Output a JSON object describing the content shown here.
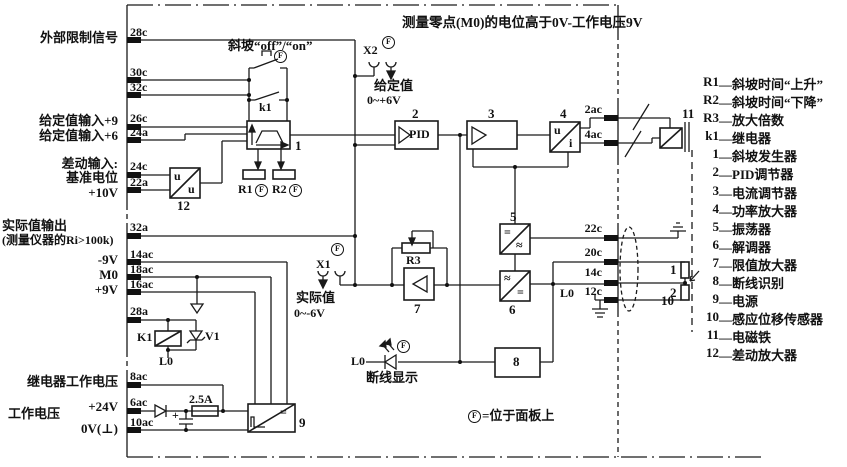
{
  "title": "测量零点(M0)的电位高于0V-工作电压9V",
  "panel_note": "=位于面板上",
  "symbols": {
    "f": "F"
  },
  "left_labels": {
    "ext_limit": "外部限制信号",
    "sp9": "给定值输入+9",
    "sp6": "给定值输入+6",
    "diff1": "差动输入:",
    "diff2": "基准电位",
    "v10": "+10V",
    "act_out1": "实际值输出",
    "act_out2": "(测量仪器的Ri>100k)",
    "vm9": "-9V",
    "m0": "M0",
    "vp9": "+9V",
    "relay_v": "继电器工作电压",
    "work_v": "工作电压",
    "v24": "+24V",
    "v0": "0V(⊥)"
  },
  "pins": {
    "p28c": "28c",
    "p30c": "30c",
    "p32c": "32c",
    "p26c": "26c",
    "p24a": "24a",
    "p24c": "24c",
    "p22a": "22a",
    "p32a": "32a",
    "p14ac": "14ac",
    "p18ac": "18ac",
    "p16ac": "16ac",
    "p28a": "28a",
    "p8ac": "8ac",
    "p6ac": "6ac",
    "p10ac": "10ac",
    "p2ac": "2ac",
    "p4ac": "4ac",
    "p22c": "22c",
    "p20c": "20c",
    "p14c": "14c",
    "p12c": "12c"
  },
  "mid_labels": {
    "ramp_switch": "斜坡“off”/“on”",
    "k1": "k1",
    "r1": "R1",
    "r2": "R2",
    "r3": "R3",
    "x2": "X2",
    "setpoint": "给定值",
    "sp_range": "0~+6V",
    "x1": "X1",
    "actual": "实际值",
    "act_range": "0~-6V",
    "l0_led": "L0",
    "break_disp": "断线显示",
    "relay_coil": "K1",
    "v1": "V1",
    "l0_relay": "L0",
    "fuse": "2.5A",
    "l0_12c": "L0"
  },
  "blocks": {
    "n1": "1",
    "n2": "2",
    "n3": "3",
    "n4": "4",
    "n5": "5",
    "n6": "6",
    "n7": "7",
    "n8": "8",
    "n9": "9",
    "n10": "10",
    "n11": "11",
    "n12": "12",
    "pid": "PID",
    "u": "u",
    "i": "i",
    "eq": "=",
    "ac": "≈",
    "coil1": "1",
    "coil2": "2"
  },
  "legend": {
    "items": [
      {
        "n": "R1",
        "t": "—斜坡时间“上升”"
      },
      {
        "n": "R2",
        "t": "—斜坡时间“下降”"
      },
      {
        "n": "R3",
        "t": "—放大倍数"
      },
      {
        "n": "k1",
        "t": "—继电器"
      },
      {
        "n": "1",
        "t": "—斜坡发生器"
      },
      {
        "n": "2",
        "t": "—PID调节器"
      },
      {
        "n": "3",
        "t": "—电流调节器"
      },
      {
        "n": "4",
        "t": "—功率放大器"
      },
      {
        "n": "5",
        "t": "—振荡器"
      },
      {
        "n": "6",
        "t": "—解调器"
      },
      {
        "n": "7",
        "t": "—限值放大器"
      },
      {
        "n": "8",
        "t": "—断线识别"
      },
      {
        "n": "9",
        "t": "—电源"
      },
      {
        "n": "10",
        "t": "—感应位移传感器"
      },
      {
        "n": "11",
        "t": "—电磁铁"
      },
      {
        "n": "12",
        "t": "—差动放大器"
      }
    ]
  }
}
